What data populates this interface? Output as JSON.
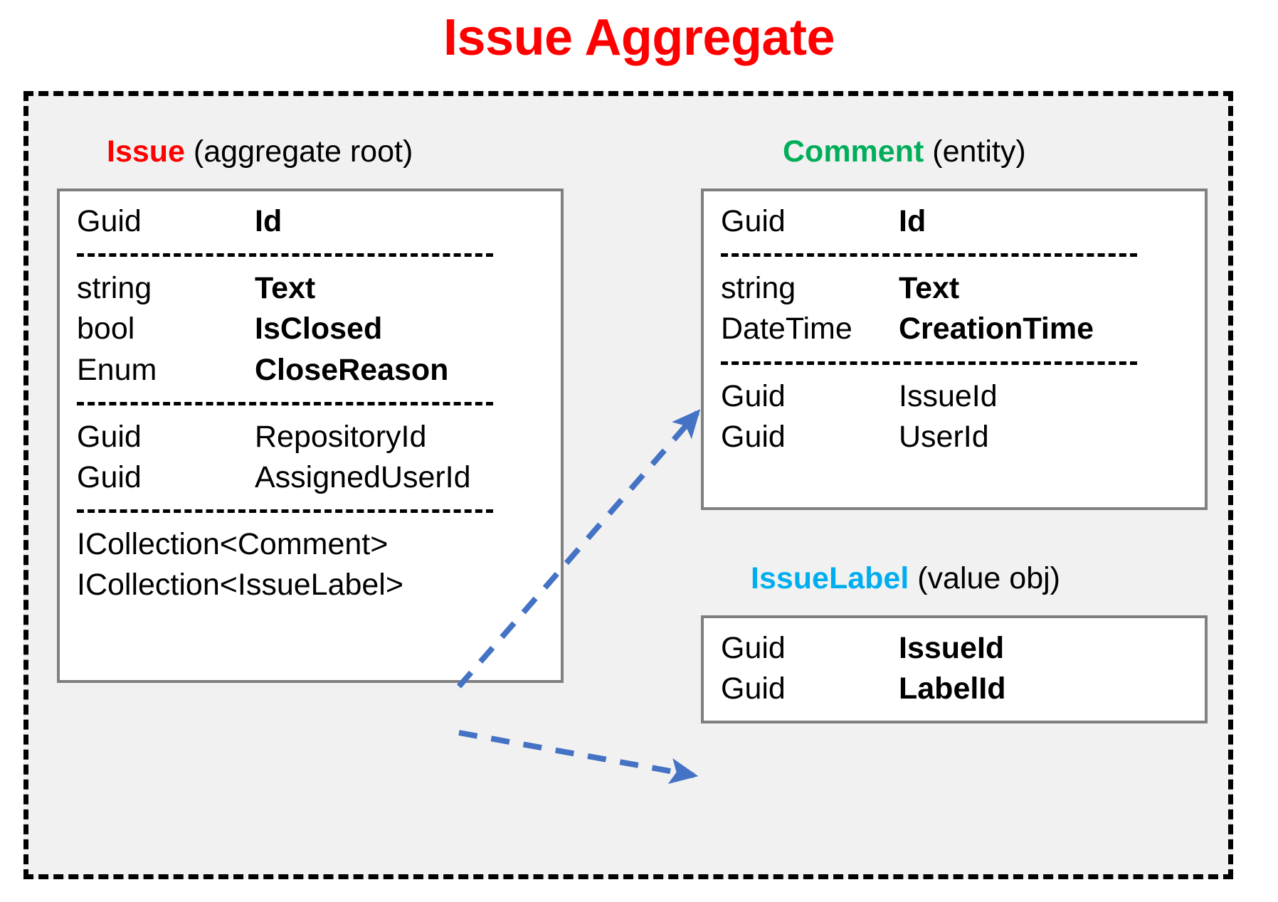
{
  "title": "Issue Aggregate",
  "colors": {
    "title": "#FF0000",
    "issue": "#FF0000",
    "comment": "#00AE5A",
    "issuelabel": "#00AEEF",
    "arrow": "#4472C4",
    "boundary": "#000000",
    "box_border": "#7F7F7F",
    "boundary_fill": "#F1F1F1"
  },
  "entities": {
    "issue": {
      "name": "Issue",
      "kind": "(aggregate root)",
      "groups": [
        {
          "rows": [
            {
              "type": "Guid",
              "name": "Id",
              "bold": true
            }
          ]
        },
        {
          "rows": [
            {
              "type": "string",
              "name": "Text",
              "bold": true
            },
            {
              "type": "bool",
              "name": "IsClosed",
              "bold": true
            },
            {
              "type": "Enum",
              "name": "CloseReason",
              "bold": true
            }
          ]
        },
        {
          "rows": [
            {
              "type": "Guid",
              "name": "RepositoryId",
              "bold": false
            },
            {
              "type": "Guid",
              "name": "AssignedUserId",
              "bold": false
            }
          ]
        },
        {
          "rows": [
            {
              "type": "ICollection<Comment>",
              "name": "",
              "bold": false,
              "full": true
            },
            {
              "type": "ICollection<IssueLabel>",
              "name": "",
              "bold": false,
              "full": true
            }
          ]
        }
      ]
    },
    "comment": {
      "name": "Comment",
      "kind": "(entity)",
      "groups": [
        {
          "rows": [
            {
              "type": "Guid",
              "name": "Id",
              "bold": true
            }
          ]
        },
        {
          "rows": [
            {
              "type": "string",
              "name": "Text",
              "bold": true
            },
            {
              "type": "DateTime",
              "name": "CreationTime",
              "bold": true
            }
          ]
        },
        {
          "rows": [
            {
              "type": "Guid",
              "name": "IssueId",
              "bold": false
            },
            {
              "type": "Guid",
              "name": "UserId",
              "bold": false
            }
          ]
        }
      ]
    },
    "issuelabel": {
      "name": "IssueLabel",
      "kind": "(value obj)",
      "groups": [
        {
          "rows": [
            {
              "type": "Guid",
              "name": "IssueId",
              "bold": true
            },
            {
              "type": "Guid",
              "name": "LabelId",
              "bold": true
            }
          ]
        }
      ]
    }
  },
  "arrows": [
    {
      "name": "issue-comments-to-comment",
      "from": "ICollection<Comment>",
      "to": "Comment"
    },
    {
      "name": "issue-labels-to-issuelabel",
      "from": "ICollection<IssueLabel>",
      "to": "IssueLabel"
    }
  ]
}
